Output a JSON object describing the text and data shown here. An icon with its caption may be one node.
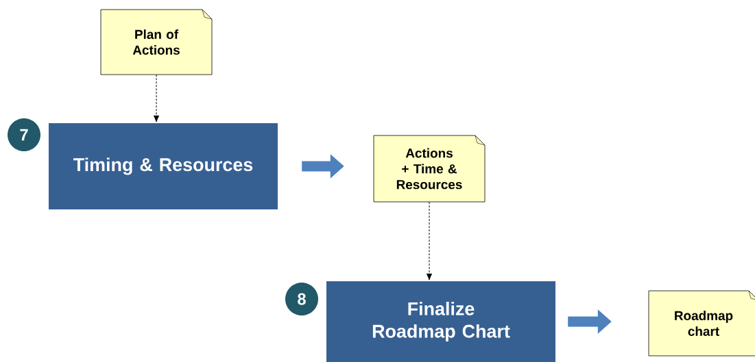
{
  "diagram": {
    "nodes": [
      {
        "text": [
          "Plan of Actions"
        ]
      },
      {
        "text": [
          "7"
        ]
      },
      {
        "text": [
          "Timing & Resources"
        ]
      },
      {
        "text": [
          "Actions + Time & Resources"
        ]
      },
      {
        "text": [
          "8"
        ]
      },
      {
        "text": [
          "Finalize Roadmap Chart"
        ]
      },
      {
        "text": [
          "Roadmap chart"
        ]
      }
    ],
    "edges": [
      {
        "from": 0,
        "to": 2,
        "arrow": "to",
        "style": "dashed"
      },
      {
        "from": 2,
        "to": 3,
        "arrow": "to",
        "style": "thick",
        "color": "#4f81bd"
      },
      {
        "from": 3,
        "to": 5,
        "arrow": "to",
        "style": "dashed"
      },
      {
        "from": 5,
        "to": 6,
        "arrow": "to",
        "style": "thick",
        "color": "#4f81bd"
      }
    ]
  }
}
